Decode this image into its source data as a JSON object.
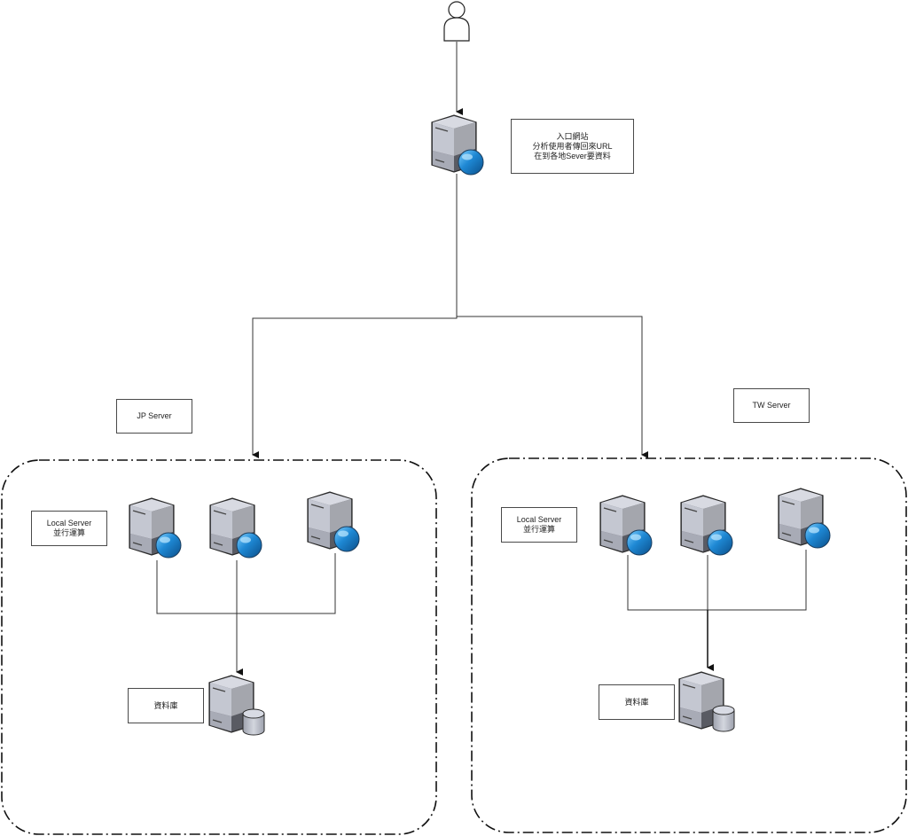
{
  "diagram": {
    "user": {
      "icon": "user-icon"
    },
    "entry": {
      "icon": "web-server-icon",
      "note_lines": [
        "入口網站",
        "分析使用者傳回來URL",
        "在到各地Sever要資料"
      ]
    },
    "regions": [
      {
        "id": "jp",
        "title": "JP Server",
        "local_label_lines": [
          "Local Server",
          "並行運算"
        ],
        "server_count": 3,
        "db_label": "資料庫"
      },
      {
        "id": "tw",
        "title": "TW Server",
        "local_label_lines": [
          "Local Server",
          "並行運算"
        ],
        "server_count": 3,
        "db_label": "資料庫"
      }
    ],
    "edges": [
      {
        "from": "user",
        "to": "entry"
      },
      {
        "from": "entry",
        "to": "jp"
      },
      {
        "from": "entry",
        "to": "tw"
      },
      {
        "from": "jp.servers",
        "to": "jp.db"
      },
      {
        "from": "tw.servers",
        "to": "tw.db"
      }
    ],
    "colors": {
      "line": "#333333",
      "globe": "#1e88d4",
      "server_light": "#c9ccd6",
      "server_dark": "#6e7079"
    }
  }
}
